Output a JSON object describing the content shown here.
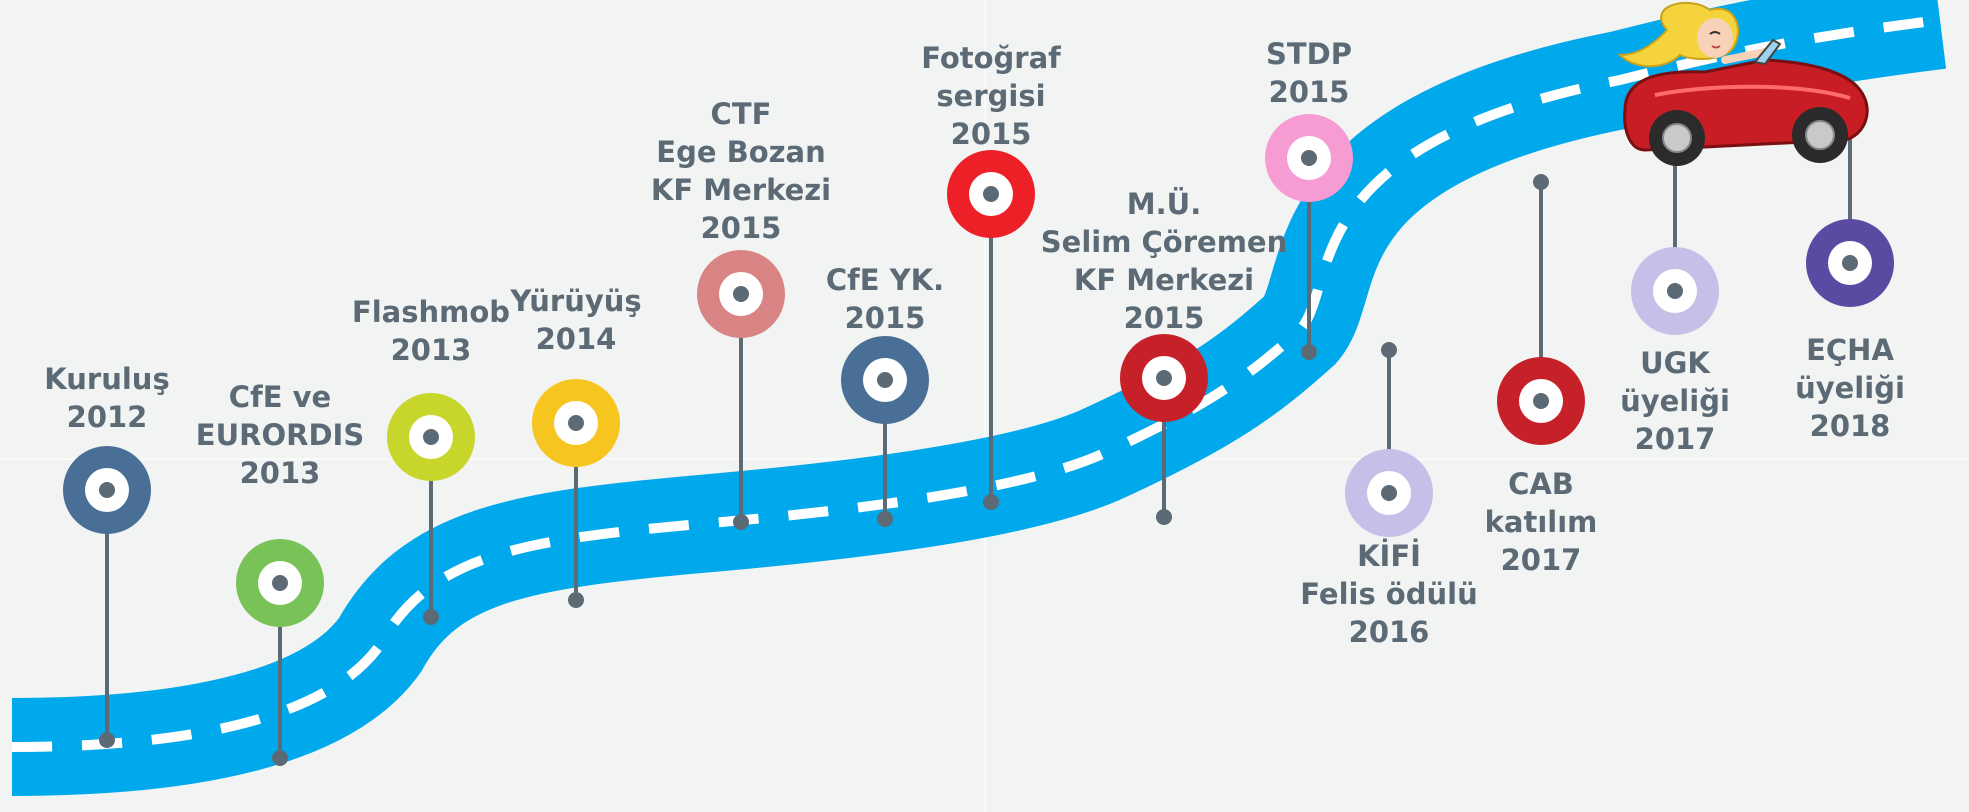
{
  "milestones": [
    {
      "label": [
        "Kuruluş",
        "2012"
      ],
      "color": "#4a6f96"
    },
    {
      "label": [
        "CfE ve",
        "EURORDIS",
        "2013"
      ],
      "color": "#78c257"
    },
    {
      "label": [
        "Flashmob",
        "2013"
      ],
      "color": "#c8d52a"
    },
    {
      "label": [
        "Yürüyüş",
        "2014"
      ],
      "color": "#f6c51f"
    },
    {
      "label": [
        "CTF",
        "Ege Bozan",
        "KF Merkezi",
        "2015"
      ],
      "color": "#d88484"
    },
    {
      "label": [
        "CfE YK.",
        "2015"
      ],
      "color": "#4a6f96"
    },
    {
      "label": [
        "Fotoğraf",
        "sergisi",
        "2015"
      ],
      "color": "#ee2027"
    },
    {
      "label": [
        "M.Ü.",
        "Selim Çöremen",
        "KF Merkezi",
        "2015"
      ],
      "color": "#c62128"
    },
    {
      "label": [
        "STDP",
        "2015"
      ],
      "color": "#f79bd3"
    },
    {
      "label": [
        "KİFİ",
        "Felis ödülü",
        "2016"
      ],
      "color": "#c6bfe8"
    },
    {
      "label": [
        "CAB",
        "katılım",
        "2017"
      ],
      "color": "#c62128"
    },
    {
      "label": [
        "UGK",
        "üyeliği",
        "2017"
      ],
      "color": "#c6bfe8"
    },
    {
      "label": [
        "EÇHA",
        "üyeliği",
        "2018"
      ],
      "color": "#5a4aa2"
    }
  ],
  "colors": {
    "road": "#00a8ec",
    "road_stripe": "#ffffff",
    "pin_line": "#5c6a76",
    "background": "#f2f3f3",
    "car_body": "#c81d25"
  },
  "icons": {
    "car": "convertible-car-with-driver-icon"
  }
}
